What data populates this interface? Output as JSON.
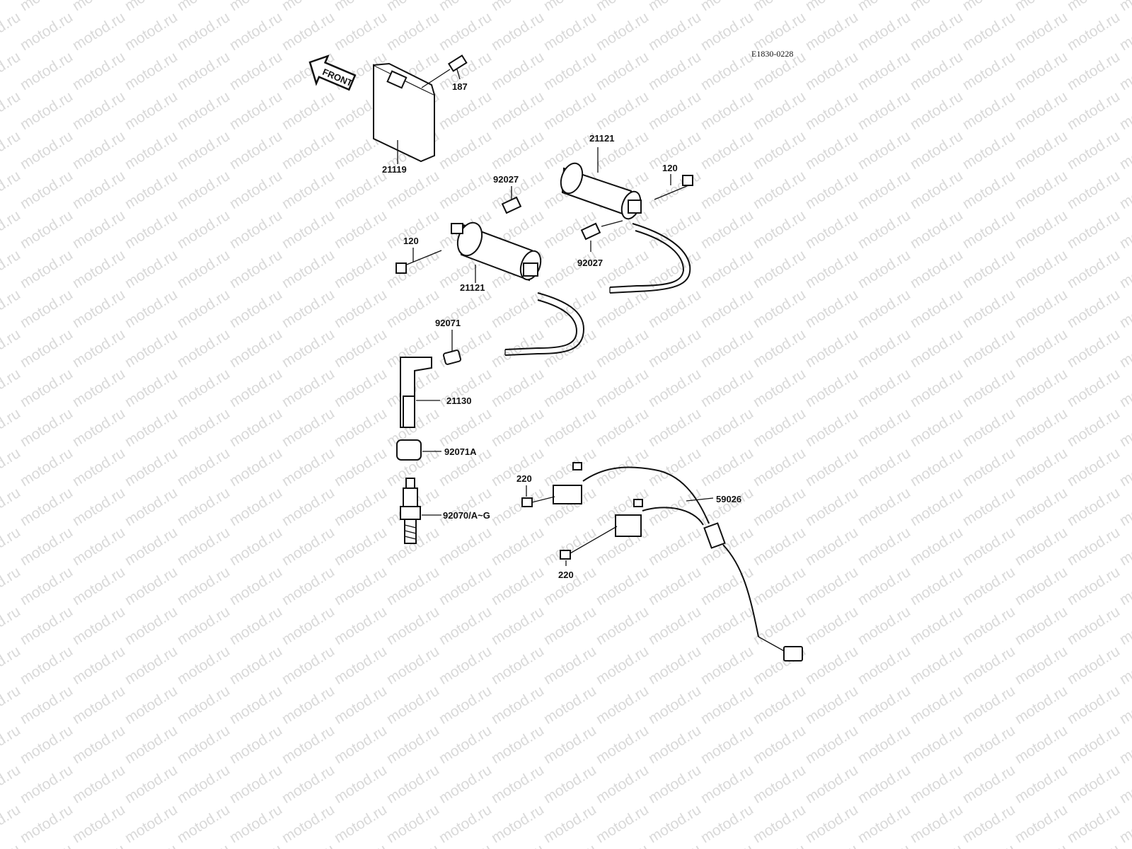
{
  "watermark": {
    "text": "motod.ru",
    "color": "#d9d9d9"
  },
  "diagram": {
    "reference_code": "E1830-0228",
    "front_arrow_label": "FRONT",
    "callouts": {
      "bolt_187": "187",
      "igniter_21119": "21119",
      "coil_left_21121": "21121",
      "coil_right_21121": "21121",
      "bolt_left_120": "120",
      "bolt_right_120": "120",
      "spacer_top_92027": "92027",
      "spacer_right_92027": "92027",
      "cap_92071": "92071",
      "plug_cap_21130": "21130",
      "seal_92071A": "92071A",
      "spark_plug": "92070/A~G",
      "screw_220_top": "220",
      "screw_220_bottom": "220",
      "harness_59026": "59026"
    }
  }
}
